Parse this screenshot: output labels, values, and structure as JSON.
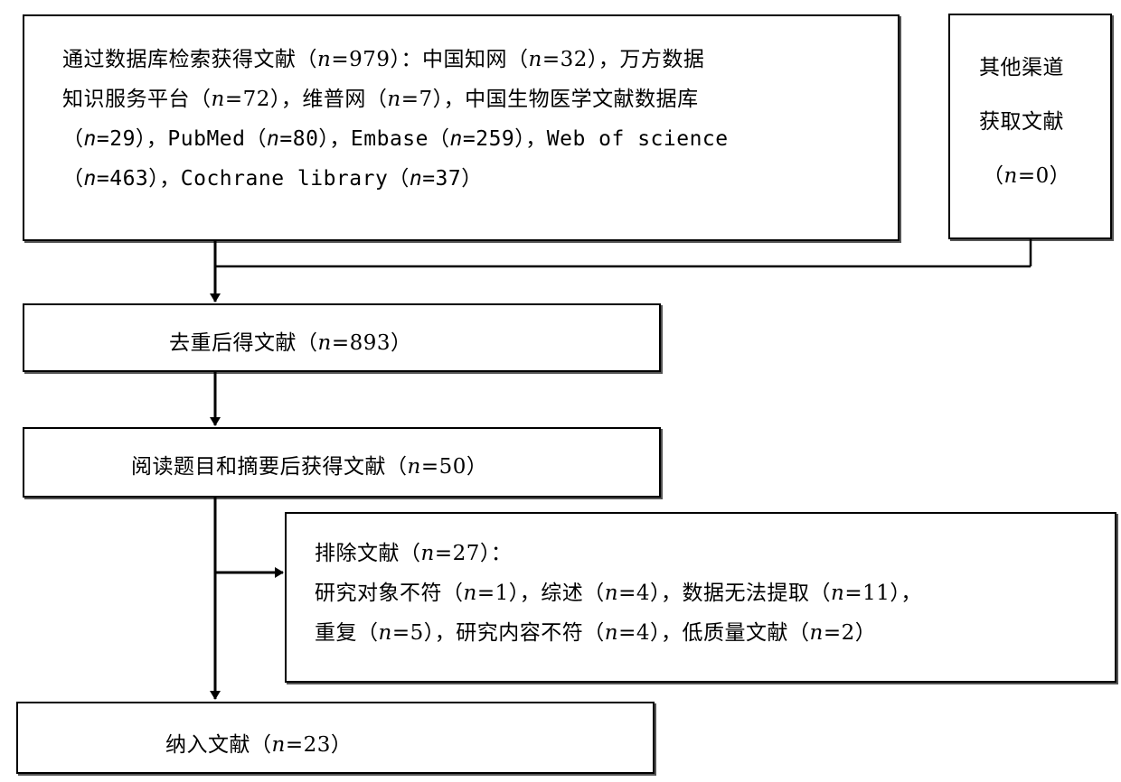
{
  "box_db": {
    "line1": "通过数据库检索获得文献（n=979）：中国知网（n=32），万方数据",
    "line2": "知识服务平台（n=72），维普网（n=7），中国生物医学文献数据库",
    "line3": "（n=29），PubMed（n=80），Embase（n=259），Web of science",
    "line4": "（n=463），Cochrane library（n=37）"
  },
  "box_other": {
    "line1": "其他渠道",
    "line2": "获取文献",
    "line3": "（n=0）"
  },
  "box_dedup": "去重后得文献（n=893）",
  "box_screen": "阅读题目和摘要后获得文献（n=50）",
  "box_excluded": {
    "line1": "排除文献（n=27）：",
    "line2": "研究对象不符（n=1），综述（n=4），数据无法提取（n=11），",
    "line3": "重复（n=5），研究内容不符（n=4），低质量文献（n=2）"
  },
  "box_included": "纳入文献（n=23）"
}
